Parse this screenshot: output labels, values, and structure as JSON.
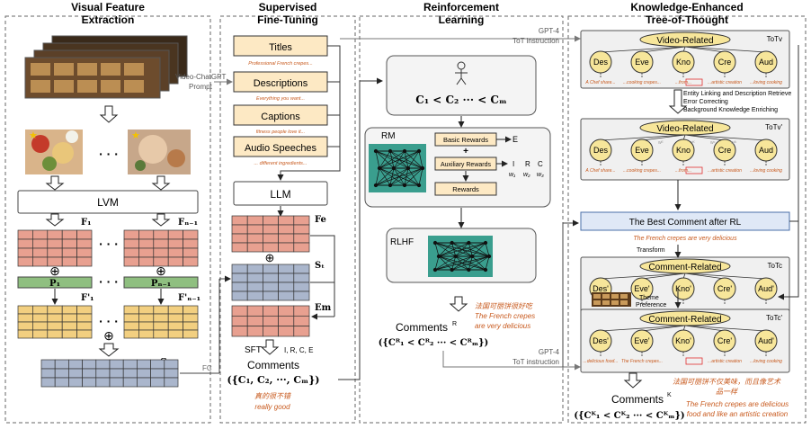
{
  "sections": {
    "visual": {
      "title_l1": "Visual Feature",
      "title_l2": "Extraction"
    },
    "sft": {
      "title_l1": "Supervised",
      "title_l2": "Fine-Tuning"
    },
    "rl": {
      "title_l1": "Reinforcement",
      "title_l2": "Learning"
    },
    "tot": {
      "title_l1": "Knowledge-Enhanced",
      "title_l2": "Tree-of-Thought"
    }
  },
  "visual": {
    "lvm": "LVM",
    "f1": "F₁",
    "fn1": "Fₙ₋₁",
    "p1": "P₁",
    "pn1": "Pₙ₋₁",
    "f1p": "F'₁",
    "fn1p": "F'ₙ₋₁",
    "s": "S",
    "dots": "· · ·",
    "oplus": "⊕",
    "fc": "FC"
  },
  "sft": {
    "titles": "Titles",
    "titles_ex": "Professional French crepes...",
    "descriptions": "Descriptions",
    "descriptions_ex": "Everything you want...",
    "captions": "Captions",
    "captions_ex": "fitness people love it...",
    "audio": "Audio Speeches",
    "audio_ex": "... different ingredients...",
    "llm": "LLM",
    "fe": "Fe",
    "st": "Sₜ",
    "em": "Em",
    "oplus": "⊕",
    "sft_label": "SFT",
    "sft_vars": "I, R, C, E",
    "comments": "Comments",
    "comments_math": "({C₁, C₂, ···, Cₘ})",
    "cn_example": "真的很不错",
    "en_example": "really good",
    "video_chatgpt": "Video-ChatGPT",
    "prompt": "Prompt"
  },
  "rl": {
    "ranking": "C₁ < C₂ ··· < Cₘ",
    "rm": "RM",
    "basic": "Basic Rewards",
    "plus": "+",
    "auxiliary": "Auxiliary Rewards",
    "rewards": "Rewards",
    "e": "E",
    "i": "I",
    "r": "R",
    "c": "C",
    "w1": "w₁",
    "w2": "w₂",
    "w3": "w₃",
    "rlhf": "RLHF",
    "cn_example": "法国可丽饼很好吃",
    "en_example_l1": "The French crepes",
    "en_example_l2": "are very delicious",
    "comments_r": "Comments",
    "sup_r": "R",
    "comments_r_math": "({Cᴿ₁ < Cᴿ₂ ··· < Cᴿₘ})",
    "gpt4_top": "GPT-4",
    "tot_instr_top": "ToT instruction",
    "gpt4_bottom": "GPT-4",
    "tot_instr_bottom": "ToT instruction"
  },
  "tot": {
    "video_related": "Video-Related",
    "totv": "ToTv",
    "totv2": "ToTv'",
    "nodes": [
      "Des",
      "Eve",
      "Kno",
      "Cre",
      "Aud"
    ],
    "leaf1": [
      "A Chef share...",
      "...cooking crepes...",
      "...from...",
      "...artistic creation",
      "...loving cooking"
    ],
    "leaf2": [
      "A Chef share...",
      "...cooking crepes...",
      "...from...",
      "...artistic creation",
      "...loving cooking"
    ],
    "wts": [
      "wᴰ",
      "wᴱ",
      "wᴷ",
      "wᶜ",
      "wᴬ"
    ],
    "enrich1": "Entity Linking and Description Retrieve",
    "enrich2": "Error Correcting",
    "enrich3": "Background Knowledge Enriching",
    "best": "The Best Comment after RL",
    "best_ex": "The  French crepes are very delicious",
    "transform": "Transform",
    "comment_related": "Comment-Related",
    "totc": "ToTc",
    "totc2": "ToTc'",
    "nodes2": [
      "Des'",
      "Eve'",
      "Kno'",
      "Cre'",
      "Aud'"
    ],
    "leaf3": [
      "...delicious food...",
      "The French crepes...",
      "",
      "...artistic creation",
      "...loving cooking"
    ],
    "leaf3_first": "...delicious food...",
    "theme": "Theme",
    "preference": "Preference",
    "cn_final_l1": "法国可丽饼不仅美味，而且像艺术",
    "cn_final_l2": "品一样",
    "en_final_l1": "The French crepes are delicious",
    "en_final_l2": "food and like an artistic creation",
    "comments_k": "Comments",
    "sup_k": "K",
    "comments_k_math": "({Cᴷ₁ < Cᴷ₂ ··· < Cᴷₘ})"
  },
  "colors": {
    "red_grid": "#e8a090",
    "blue_grid": "#aab6cc",
    "orange_grid": "#f2cf80",
    "green_p": "#8fbf80",
    "tan": "#fde9c4",
    "yellow_node": "#f7e69a",
    "best_blue": "#dfe8f6"
  }
}
